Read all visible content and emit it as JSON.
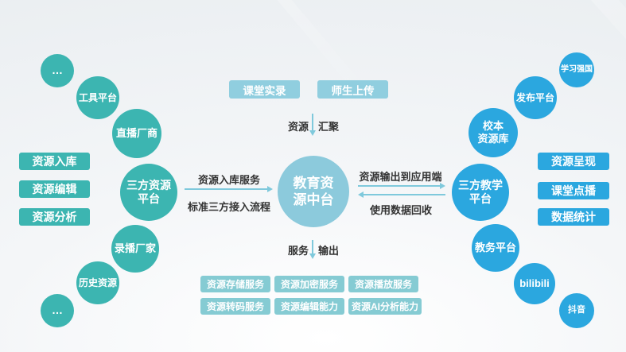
{
  "colors": {
    "teal": "#3CB5B1",
    "blue": "#2BA7DF",
    "center-fill": "#8CCADC",
    "top-box-fill": "#90CEDF",
    "service-box-fill": "#85CBD3",
    "arrow": "#7FC9DC",
    "label-text": "#333333"
  },
  "center": {
    "label": "教育资\n源中台"
  },
  "left": {
    "circles": [
      {
        "label": "…"
      },
      {
        "label": "工具平台"
      },
      {
        "label": "直播厂商"
      },
      {
        "label": "三方资源\n平台"
      },
      {
        "label": "录播厂家"
      },
      {
        "label": "历史资源"
      },
      {
        "label": "…"
      }
    ],
    "boxes": [
      "资源入库",
      "资源编辑",
      "资源分析"
    ]
  },
  "right": {
    "circles": [
      {
        "label": "学习强国"
      },
      {
        "label": "发布平台"
      },
      {
        "label": "校本\n资源库"
      },
      {
        "label": "三方教学\n平台"
      },
      {
        "label": "教务平台"
      },
      {
        "label": "bilibili"
      },
      {
        "label": "抖音"
      }
    ],
    "boxes": [
      "资源呈现",
      "课堂点播",
      "数据统计"
    ]
  },
  "top": {
    "boxes": [
      "课堂实录",
      "师生上传"
    ],
    "flow_left": "资源",
    "flow_right": "汇聚"
  },
  "bottom": {
    "flow_left": "服务",
    "flow_right": "输出",
    "services": [
      "资源存储服务",
      "资源加密服务",
      "资源播放服务",
      "资源转码服务",
      "资源编辑能力",
      "资源AI分析能力"
    ]
  },
  "flows": {
    "ingest_service": "资源入库服务",
    "ingest_standard": "标准三方接入流程",
    "output_to_apps": "资源输出到应用端",
    "data_recycle": "使用数据回收"
  }
}
